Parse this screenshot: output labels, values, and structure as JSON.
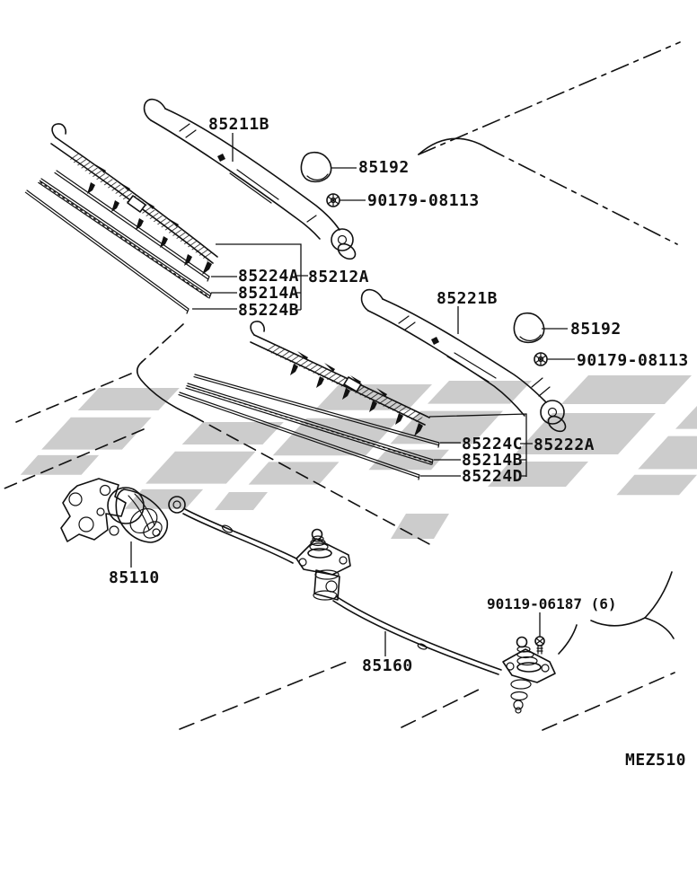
{
  "diagram_type": "wiper-and-washer-parts-diagram",
  "colors": {
    "background": "#ffffff",
    "line": "#111111",
    "watermark": "#cccccc"
  },
  "labels": {
    "arm1": "85211B",
    "cap1": "85192",
    "nut1": "90179-08113",
    "blade1_rubber_a": "85224A",
    "blade1_assembly": "85212A",
    "blade1_insert": "85214A",
    "blade1_rubber_b": "85224B",
    "arm2": "85221B",
    "cap2": "85192",
    "nut2": "90179-08113",
    "blade2_rubber_a": "85224C",
    "blade2_assembly": "85222A",
    "blade2_insert": "85214B",
    "blade2_rubber_b": "85224D",
    "motor": "85110",
    "pivot_bolt": "90119-06187 (6)",
    "link_rod": "85160",
    "drawing_code": "MEZ510"
  }
}
